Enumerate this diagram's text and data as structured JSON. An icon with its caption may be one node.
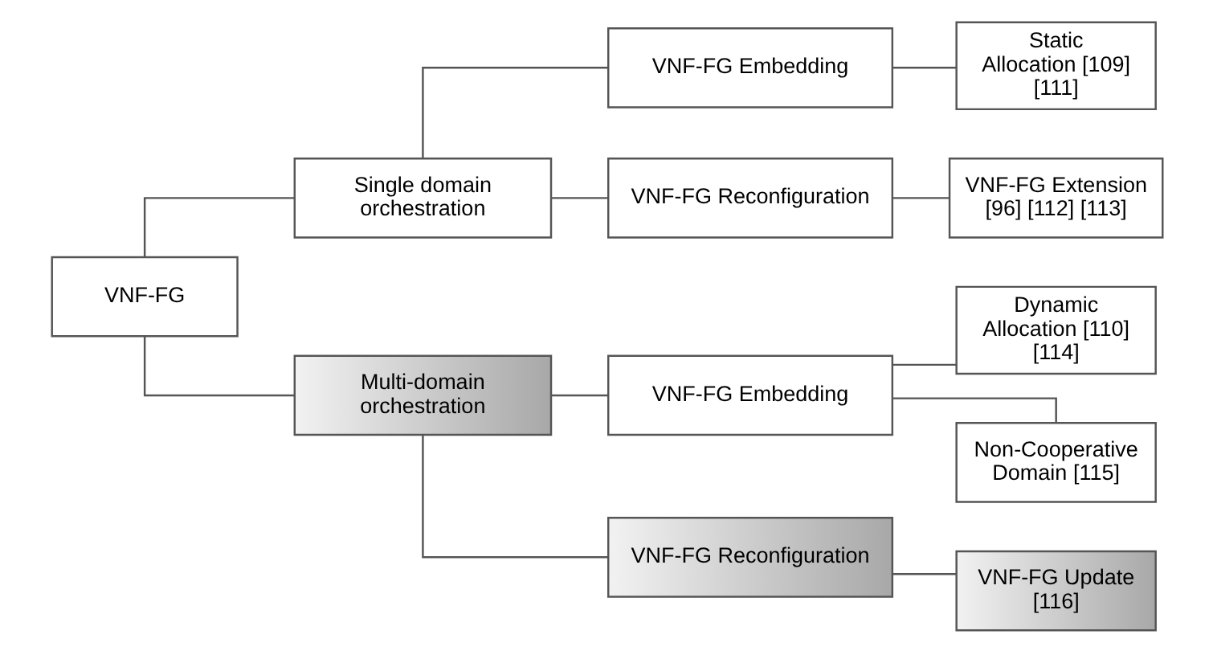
{
  "diagram": {
    "nodes": [
      {
        "text": [
          "VNF-FG"
        ]
      },
      {
        "text": [
          "Single domain orchestration"
        ]
      },
      {
        "text": [
          "VNF-FG Embedding"
        ]
      },
      {
        "text": [
          "Static Allocation [109] [111]"
        ]
      },
      {
        "text": [
          "VNF-FG Reconfiguration"
        ]
      },
      {
        "text": [
          "VNF-FG Extension [96] [112] [113]"
        ]
      },
      {
        "text": [
          "Multi-domain orchestration"
        ]
      },
      {
        "text": [
          "VNF-FG Embedding"
        ]
      },
      {
        "text": [
          "Dynamic Allocation [110] [114]"
        ]
      },
      {
        "text": [
          "Non-Cooperative Domain [115]"
        ]
      },
      {
        "text": [
          "VNF-FG Reconfiguration"
        ]
      },
      {
        "text": [
          "VNF-FG Update [116]"
        ]
      }
    ],
    "edges": [
      {
        "from": 0,
        "to": 1,
        "arrow": "none"
      },
      {
        "from": 0,
        "to": 6,
        "arrow": "none"
      },
      {
        "from": 1,
        "to": 2,
        "arrow": "none"
      },
      {
        "from": 1,
        "to": 4,
        "arrow": "none"
      },
      {
        "from": 2,
        "to": 3,
        "arrow": "none"
      },
      {
        "from": 4,
        "to": 5,
        "arrow": "none"
      },
      {
        "from": 6,
        "to": 7,
        "arrow": "none"
      },
      {
        "from": 6,
        "to": 10,
        "arrow": "none"
      },
      {
        "from": 7,
        "to": 8,
        "arrow": "none"
      },
      {
        "from": 7,
        "to": 9,
        "arrow": "none"
      },
      {
        "from": 10,
        "to": 11,
        "arrow": "none"
      }
    ]
  }
}
